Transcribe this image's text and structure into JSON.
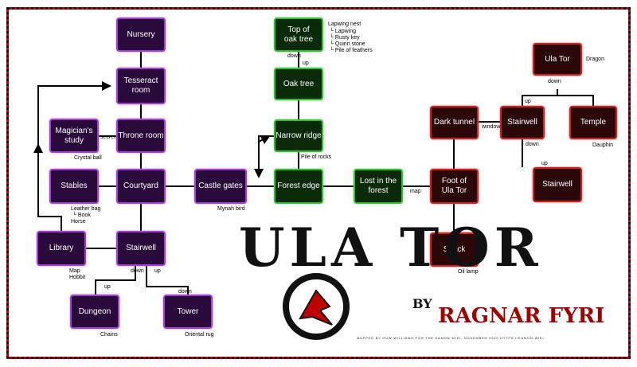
{
  "title": "ULA TOR",
  "byline": {
    "by": "BY",
    "author": "RAGNAR FYRI"
  },
  "credit": "MAPPED BY HUW WILLIAMS FOR THE EAMON WIKI, NOVEMBER 2020     HTTPS://EAMON.WIKI",
  "rooms": {
    "nursery": "Nursery",
    "tesseract": "Tesseract\nroom",
    "magician": "Magician's\nstudy",
    "throne": "Throne room",
    "stables": "Stables",
    "courtyard": "Courtyard",
    "castle_gates": "Castle gates",
    "library": "Library",
    "stairwell_castle": "Stairwell",
    "dungeon": "Dungeon",
    "tower": "Tower",
    "top_oak": "Top of\noak tree",
    "oak_tree": "Oak tree",
    "narrow_ridge": "Narrow ridge",
    "forest_edge": "Forest edge",
    "lost_forest": "Lost in the\nforest",
    "dark_tunnel": "Dark tunnel",
    "foot_ula_tor": "Foot of\nUla Tor",
    "shack": "Shack",
    "ula_tor": "Ula Tor",
    "stairwell_tor": "Stairwell",
    "temple": "Temple",
    "stairwell_tor2": "Stairwell"
  },
  "connectors": {
    "secret": "secret",
    "down1": "down",
    "up1": "up",
    "down_castle": "down",
    "up_castle": "up",
    "up_dungeon": "up",
    "down_tower": "down",
    "window": "window",
    "map": "map",
    "down_ula": "down",
    "up_ula": "up",
    "down_stair": "down",
    "up_stair": "up"
  },
  "items": {
    "lapwing_nest": "Lapwing nest",
    "lapwing": "└ Lapwing",
    "rusty_key": "└ Rusty key",
    "quinn_stone": "└ Quinn stone",
    "pile_feathers": "└ Pile of feathers",
    "crystal_ball": "Crystal ball",
    "leather_bag": "Leather bag",
    "book": "└ Book",
    "horse": "Horse",
    "mynah": "Mynah bird",
    "map_item": "Map",
    "hobbit": "Hobbit",
    "chains": "Chains",
    "oriental_rug": "Oriental rug",
    "pile_rocks": "Pile of rocks",
    "oil_lamp": "Oil lamp",
    "dragon": "Dragon",
    "dauphin": "Dauphin"
  },
  "colors": {
    "purple_border": "#a040d0",
    "green_border": "#30c030",
    "red_border": "#d02020",
    "frame_red": "#c00000"
  }
}
